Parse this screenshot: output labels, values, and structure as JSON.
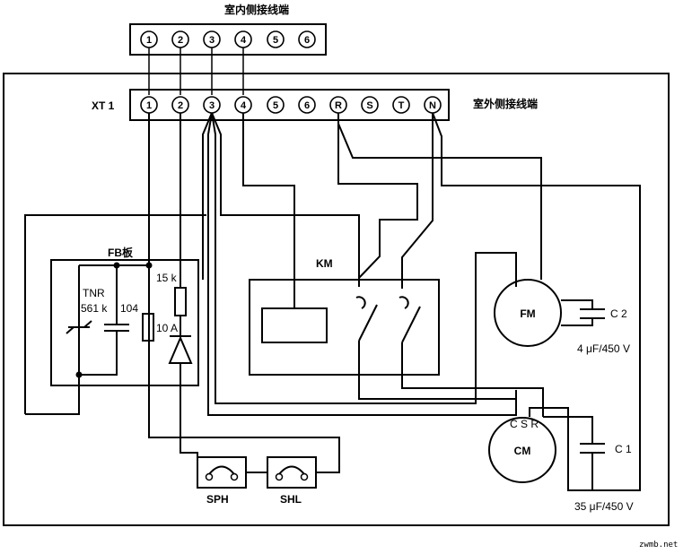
{
  "labels": {
    "indoor_terminal": "室内侧接线端",
    "outdoor_terminal": "室外侧接线端",
    "xt1": "XT 1",
    "fb_board": "FB板",
    "km": "KM",
    "tnr": "TNR",
    "tnr_value": "561 k",
    "cap_104": "104",
    "res_15k": "15 k",
    "fuse_10a": "10 A",
    "fm": "FM",
    "c2": "C 2",
    "c2_value": "4 μF/450 V",
    "cm": "CM",
    "csr": "C S R",
    "c1": "C 1",
    "c1_value": "35 μF/450 V",
    "sph": "SPH",
    "shl": "SHL",
    "watermark": "zwmb.net"
  },
  "indoor_terminals": [
    "1",
    "2",
    "3",
    "4",
    "5",
    "6"
  ],
  "outdoor_terminals": [
    "1",
    "2",
    "3",
    "4",
    "5",
    "6",
    "R",
    "S",
    "T",
    "N"
  ]
}
